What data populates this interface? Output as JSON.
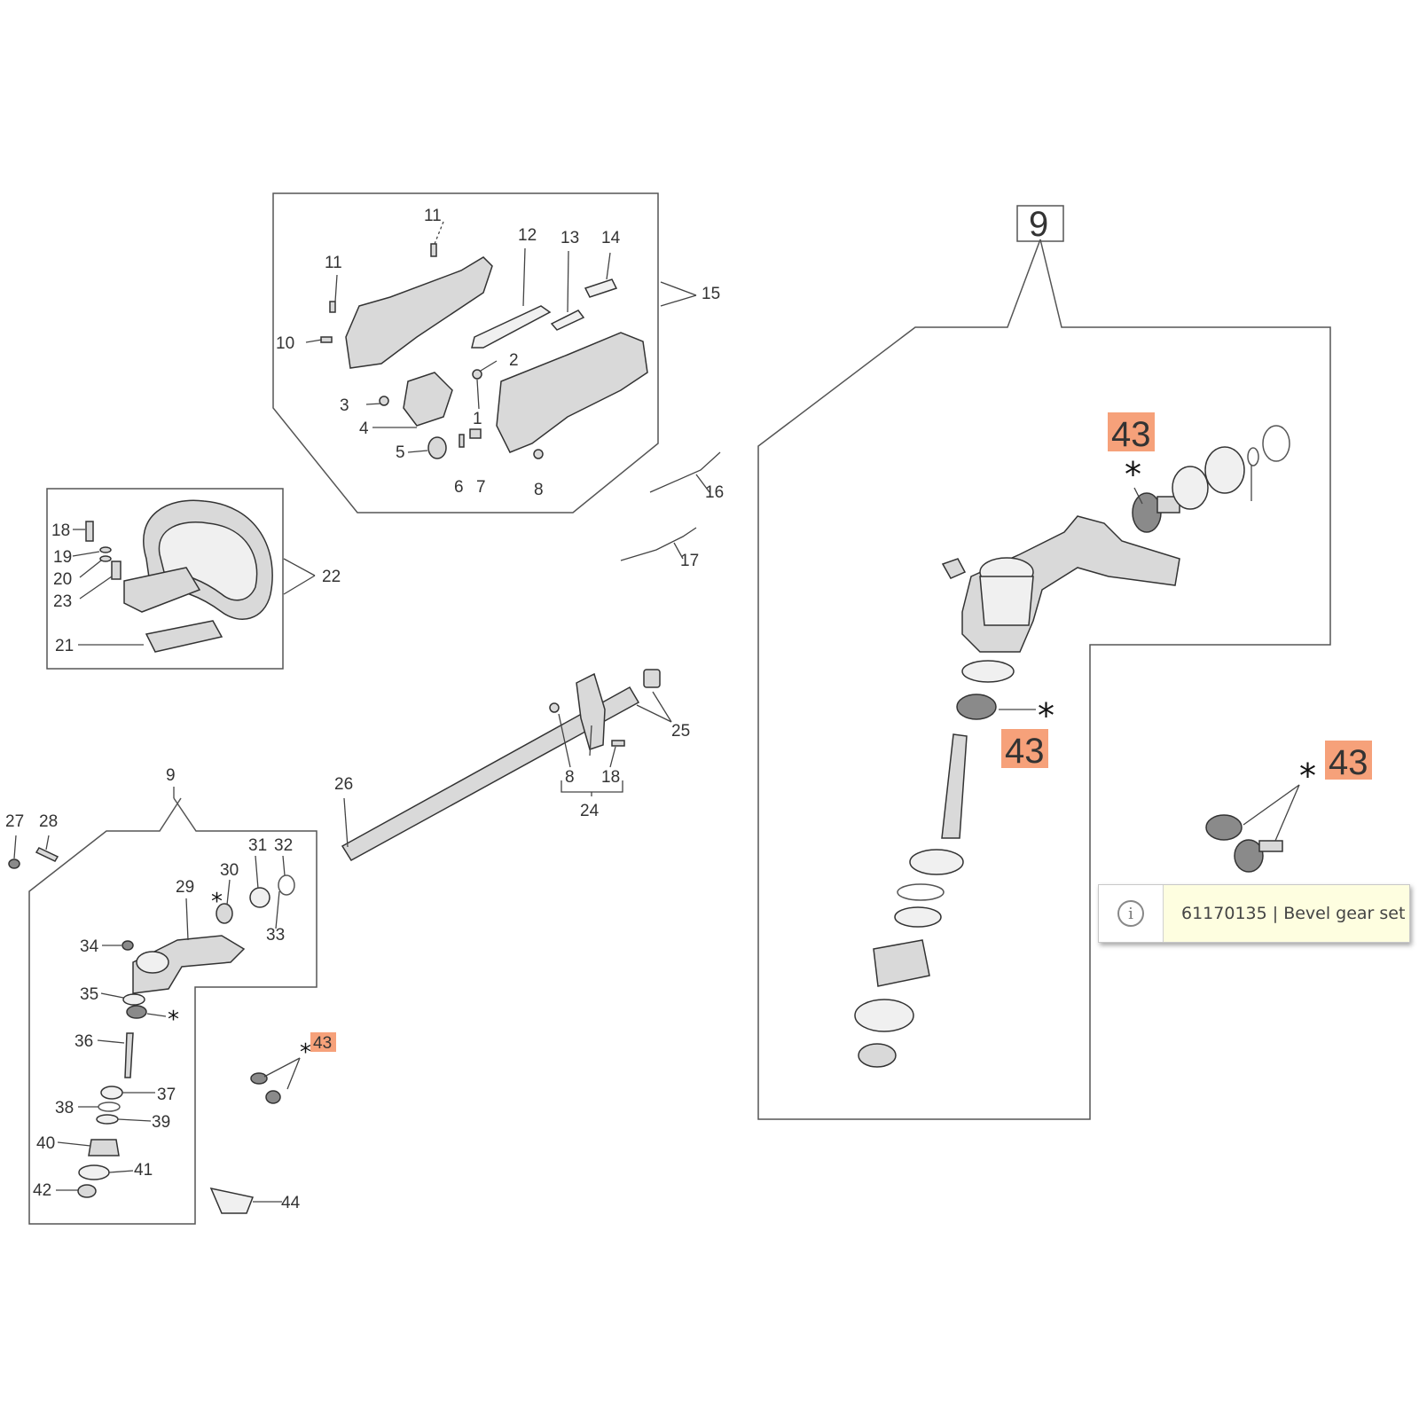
{
  "callouts": {
    "n1": "1",
    "n2": "2",
    "n3": "3",
    "n4": "4",
    "n5": "5",
    "n6": "6",
    "n7": "7",
    "n8": "8",
    "n9": "9",
    "n10": "10",
    "n11": "11",
    "n12": "12",
    "n13": "13",
    "n14": "14",
    "n15": "15",
    "n16": "16",
    "n17": "17",
    "n18": "18",
    "n19": "19",
    "n20": "20",
    "n21": "21",
    "n22": "22",
    "n23": "23",
    "n24": "24",
    "n25": "25",
    "n26": "26",
    "n27": "27",
    "n28": "28",
    "n29": "29",
    "n30": "30",
    "n31": "31",
    "n32": "32",
    "n33": "33",
    "n34": "34",
    "n35": "35",
    "n36": "36",
    "n37": "37",
    "n38": "38",
    "n39": "39",
    "n40": "40",
    "n41": "41",
    "n42": "42",
    "n43": "43",
    "n44": "44"
  },
  "asterisk": "*",
  "highlight_color": "#f6a17a",
  "tooltip": {
    "icon": "info-icon",
    "text": "61170135 | Bevel gear set"
  }
}
